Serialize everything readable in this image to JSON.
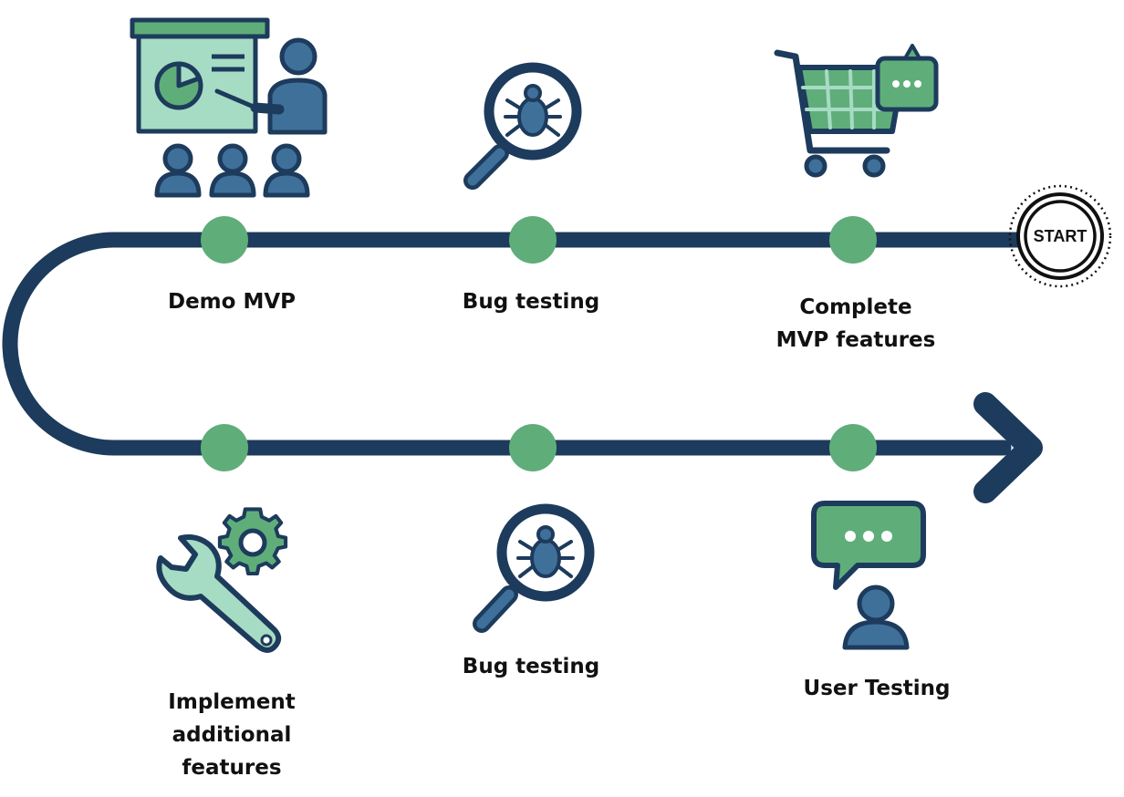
{
  "start_label": "START",
  "milestones_top": [
    {
      "lines": [
        "Complete",
        "MVP features"
      ],
      "icon": "shopping-cart-icon"
    },
    {
      "lines": [
        "Bug testing"
      ],
      "icon": "bug-magnifier-icon"
    },
    {
      "lines": [
        "Demo MVP"
      ],
      "icon": "presentation-icon"
    }
  ],
  "milestones_bottom": [
    {
      "lines": [
        "Implement",
        "additional",
        "features"
      ],
      "icon": "wrench-gear-icon"
    },
    {
      "lines": [
        "Bug testing"
      ],
      "icon": "bug-magnifier-icon"
    },
    {
      "lines": [
        "User Testing"
      ],
      "icon": "user-feedback-icon"
    }
  ],
  "colors": {
    "path": "#1d3b5c",
    "node": "#5fae7a",
    "icon_light": "#a6dcc3",
    "icon_green": "#5fae7a",
    "icon_blue": "#3f709a",
    "icon_outline": "#1d3b5c"
  }
}
